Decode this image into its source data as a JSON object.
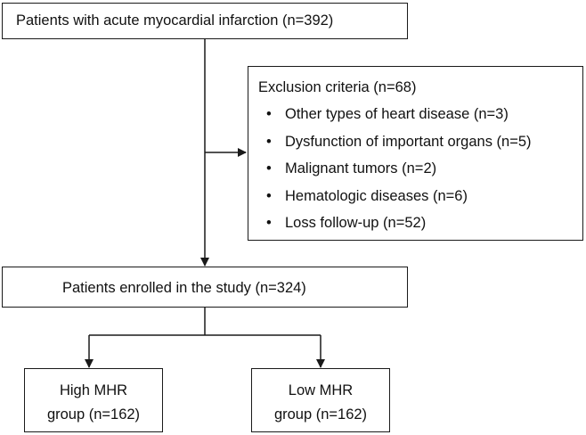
{
  "top": {
    "text": "Patients with acute myocardial infarction (n=392)"
  },
  "exclusion": {
    "title": "Exclusion criteria (n=68)",
    "items": [
      "Other types of heart disease (n=3)",
      "Dysfunction of important organs (n=5)",
      "Malignant tumors (n=2)",
      "Hematologic diseases (n=6)",
      "Loss follow-up (n=52)"
    ]
  },
  "enrolled": {
    "text": "Patients enrolled in the study (n=324)"
  },
  "groups": {
    "high": {
      "line1": "High MHR",
      "line2": "group (n=162)"
    },
    "low": {
      "line1": "Low MHR",
      "line2": "group (n=162)"
    }
  }
}
